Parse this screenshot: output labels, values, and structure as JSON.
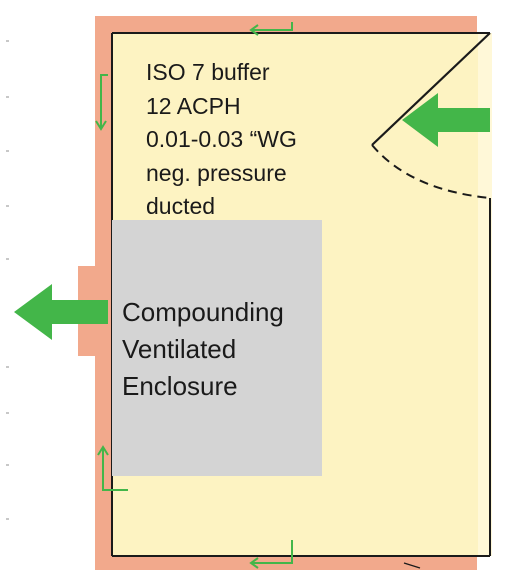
{
  "room_spec": {
    "lines": [
      "ISO 7 buffer",
      "12 ACPH",
      "0.01-0.03 “WG",
      "neg. pressure",
      "ducted"
    ]
  },
  "enclosure": {
    "lines": [
      "Compounding",
      "Ventilated",
      "Enclosure"
    ]
  },
  "colors": {
    "room_fill": "#fdf3c2",
    "wall": "#f2a98c",
    "enclosure": "#d4d4d4",
    "airflow": "#43b649",
    "line": "#1a1a1a"
  },
  "icons": {
    "supply_air": "arrow-left-icon",
    "exhaust_air": "arrow-left-icon",
    "return_flow": "small-arrow-icon",
    "door": "door-swing-icon"
  }
}
